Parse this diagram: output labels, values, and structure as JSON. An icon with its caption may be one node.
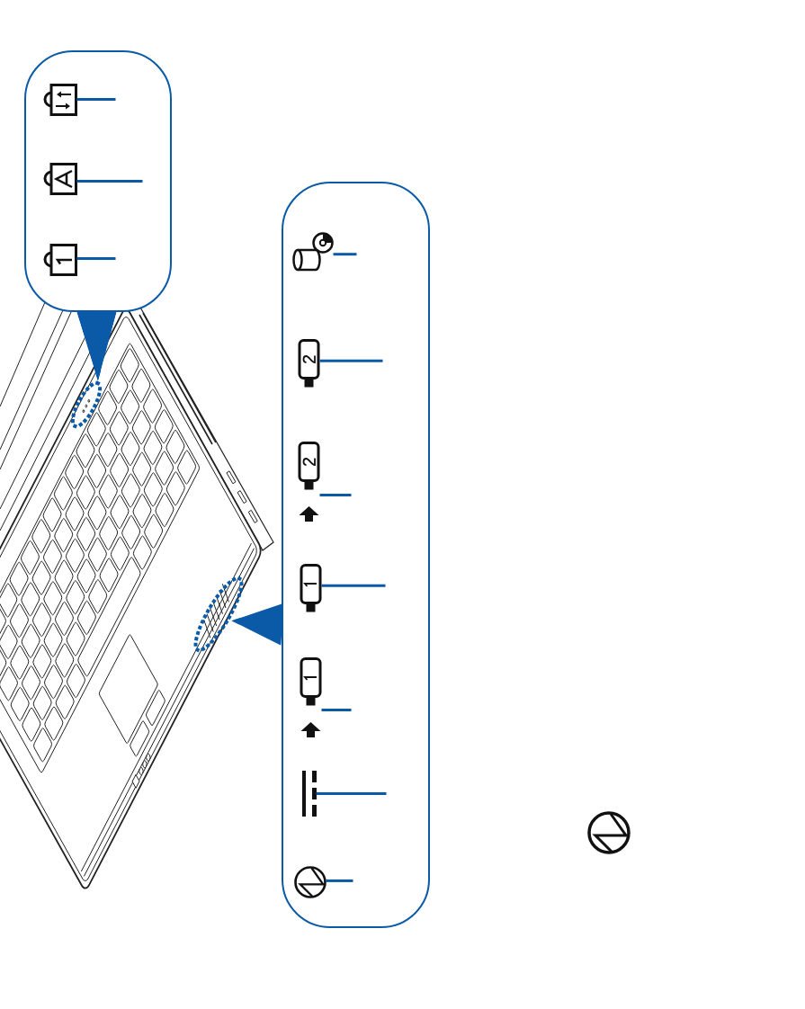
{
  "diagram": {
    "nodes": [
      {
        "text": [],
        "shape": "box"
      },
      {
        "text": [],
        "shape": "picture",
        "in": 0
      },
      {
        "text": [],
        "shape": "picture",
        "in": 0
      },
      {
        "text": [],
        "shape": "picture",
        "in": 0
      },
      {
        "text": [],
        "shape": "box"
      },
      {
        "text": [],
        "shape": "picture",
        "in": 4
      },
      {
        "text": [],
        "shape": "picture",
        "in": 4
      },
      {
        "text": [],
        "shape": "picture",
        "in": 4
      },
      {
        "text": [],
        "shape": "picture",
        "in": 4
      },
      {
        "text": [],
        "shape": "picture",
        "in": 4
      },
      {
        "text": [],
        "shape": "picture",
        "in": 4
      },
      {
        "text": [],
        "shape": "picture",
        "in": 4
      },
      {
        "text": [],
        "shape": "ellipse"
      },
      {
        "text": [],
        "shape": "ellipse"
      },
      {
        "text": [],
        "shape": "picture"
      }
    ],
    "edges": [
      {
        "from": 0,
        "to": 12,
        "arrow": "to",
        "style": "thick"
      },
      {
        "from": null,
        "to": 1,
        "arrow": "none"
      },
      {
        "from": null,
        "to": 2,
        "arrow": "none"
      },
      {
        "from": null,
        "to": 3,
        "arrow": "none"
      },
      {
        "from": 4,
        "to": 13,
        "arrow": "to",
        "style": "thick"
      },
      {
        "from": null,
        "to": 5,
        "arrow": "none"
      },
      {
        "from": null,
        "to": 6,
        "arrow": "none"
      },
      {
        "from": null,
        "to": 7,
        "arrow": "none"
      },
      {
        "from": null,
        "to": 8,
        "arrow": "none"
      },
      {
        "from": null,
        "to": 9,
        "arrow": "none"
      },
      {
        "from": null,
        "to": 10,
        "arrow": "none"
      },
      {
        "from": null,
        "to": 11,
        "arrow": "none"
      }
    ]
  }
}
